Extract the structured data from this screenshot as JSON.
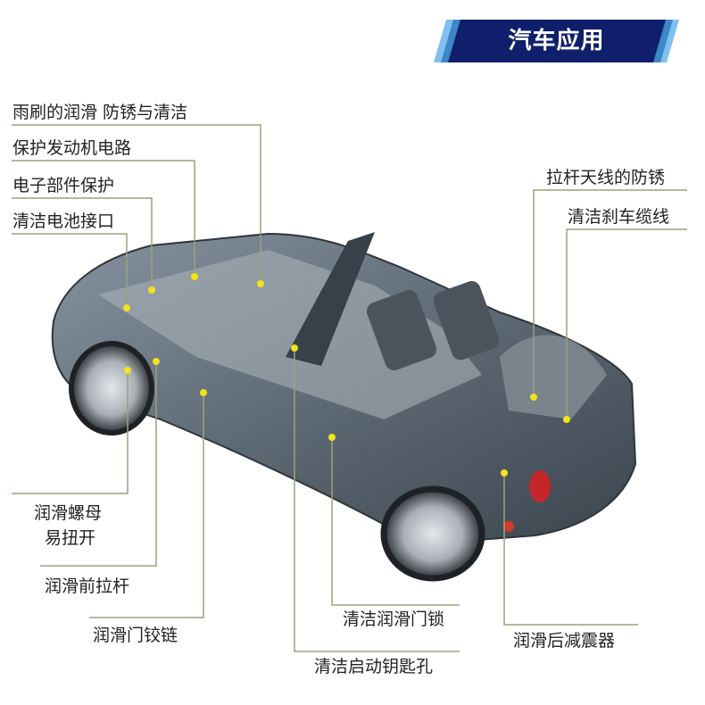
{
  "header": {
    "title": "汽车应用",
    "color": "#0f1f6b",
    "accent": "#5aa6e0"
  },
  "line_color": "#9ba27c",
  "labels_left": [
    "雨刷的润滑 防锈与清洁",
    "保护发动机电路",
    "电子部件保护",
    "清洁电池接口"
  ],
  "labels_right": [
    "拉杆天线的防锈",
    "清洁刹车缆线"
  ],
  "labels_bottom": {
    "nut_line1": "润滑螺母",
    "nut_line2": "易扭开",
    "front_rod": "润滑前拉杆",
    "door_hinge": "润滑门铰链",
    "door_lock": "清洁润滑门锁",
    "key_hole": "清洁启动钥匙孔",
    "rear_shock": "润滑后减震器"
  }
}
